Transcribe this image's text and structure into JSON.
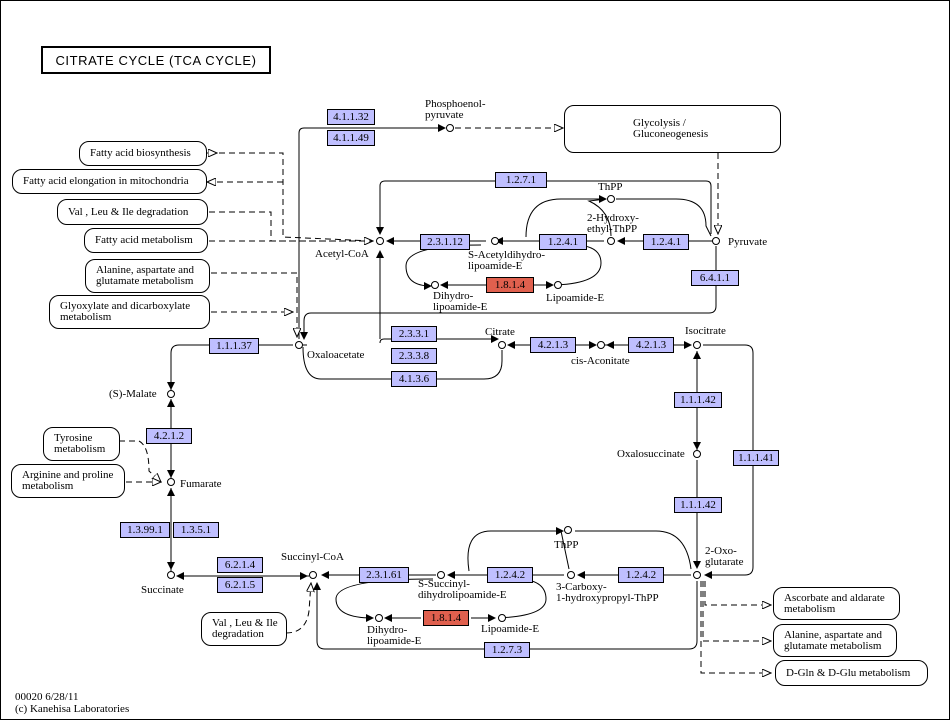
{
  "title": "CITRATE  CYCLE  (TCA CYCLE)",
  "maps": {
    "fatty_acid_biosynthesis": "Fatty acid biosynthesis",
    "fatty_acid_elongation": "Fatty acid elongation in mitochondria",
    "val_leu_ile_degradation_top": "Val , Leu & Ile degradation",
    "fatty_acid_metabolism": "Fatty acid metabolism",
    "alanine_aspartate_top": "Alanine, aspartate and\nglutamate metabolism",
    "glyoxylate": "Glyoxylate and dicarboxylate\nmetabolism",
    "glycolysis": "Glycolysis /\nGluconeogenesis",
    "tyrosine": "Tyrosine\nmetabolism",
    "arginine_proline": "Arginine and proline\nmetabolism",
    "val_leu_ile_degradation_bottom": "Val , Leu & Ile\ndegradation",
    "ascorbate": "Ascorbate and aldarate\nmetabolism",
    "alanine_aspartate_bottom": "Alanine, aspartate and\nglutamate metabolism",
    "d_gln_glu": "D-Gln & D-Glu metabolism"
  },
  "enzymes": {
    "e4_1_1_32": "4.1.1.32",
    "e4_1_1_49": "4.1.1.49",
    "e1_2_7_1": "1.2.7.1",
    "e2_3_1_12": "2.3.1.12",
    "e1_2_4_1_a": "1.2.4.1",
    "e1_2_4_1_b": "1.2.4.1",
    "e1_8_1_4_top": "1.8.1.4",
    "e6_4_1_1": "6.4.1.1",
    "e2_3_3_1": "2.3.3.1",
    "e2_3_3_8": "2.3.3.8",
    "e4_1_3_6": "4.1.3.6",
    "e1_1_1_37": "1.1.1.37",
    "e4_2_1_3_a": "4.2.1.3",
    "e4_2_1_3_b": "4.2.1.3",
    "e1_1_1_42_a": "1.1.1.42",
    "e1_1_1_42_b": "1.1.1.42",
    "e1_1_1_41": "1.1.1.41",
    "e4_2_1_2": "4.2.1.2",
    "e1_3_99_1": "1.3.99.1",
    "e1_3_5_1": "1.3.5.1",
    "e6_2_1_4": "6.2.1.4",
    "e6_2_1_5": "6.2.1.5",
    "e2_3_1_61": "2.3.1.61",
    "e1_2_4_2_a": "1.2.4.2",
    "e1_2_4_2_b": "1.2.4.2",
    "e1_8_1_4_bottom": "1.8.1.4",
    "e1_2_7_3": "1.2.7.3"
  },
  "compounds": {
    "pep": "Phosphoenol-\npyruvate",
    "thpp_top": "ThPP",
    "hydroxyethyl_thpp": "2-Hydroxy-\nethyl-ThPP",
    "pyruvate": "Pyruvate",
    "acetyl_coa": "Acetyl-CoA",
    "s_acetyldihydrolipoamide": "S-Acetyldihydro-\nlipoamide-E",
    "dihydrolipoamide_top": "Dihydro-\nlipoamide-E",
    "lipoamide_top": "Lipoamide-E",
    "oxaloacetate": "Oxaloacetate",
    "citrate": "Citrate",
    "cis_aconitate": "cis-Aconitate",
    "isocitrate": "Isocitrate",
    "s_malate": "(S)-Malate",
    "fumarate": "Fumarate",
    "oxalosuccinate": "Oxalosuccinate",
    "succinate": "Succinate",
    "succinyl_coa": "Succinyl-CoA",
    "thpp_bottom": "ThPP",
    "s_succinyl": "S-Succinyl-\ndihydrolipoamide-E",
    "carboxy": "3-Carboxy-\n1-hydroxypropyl-ThPP",
    "oxoglutarate": "2-Oxo-\nglutarate",
    "dihydrolipoamide_bottom": "Dihydro-\nlipoamide-E",
    "lipoamide_bottom": "Lipoamide-E"
  },
  "footer": "00020 6/28/11\n(c) Kanehisa Laboratories",
  "colors": {
    "enzyme": "#bfbfff",
    "enzyme_highlight": "#e0604e"
  }
}
